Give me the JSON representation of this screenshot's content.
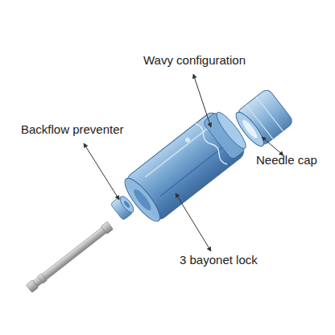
{
  "diagram": {
    "labels": [
      "Wavy configuration",
      "Backflow preventer",
      "Needle cap",
      "3 bayonet lock"
    ]
  }
}
